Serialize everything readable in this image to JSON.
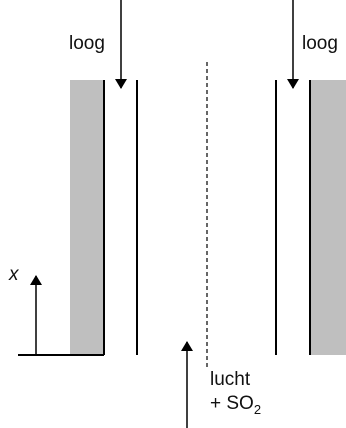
{
  "labels": {
    "liquid_left": "loog",
    "liquid_right": "loog",
    "axis_x": "x",
    "gas_line1": "lucht",
    "gas_line2_prefix": "+ SO",
    "gas_line2_sub": "2"
  },
  "colors": {
    "wall_fill": "#bfbfbf",
    "line": "#000000",
    "background": "#ffffff"
  }
}
